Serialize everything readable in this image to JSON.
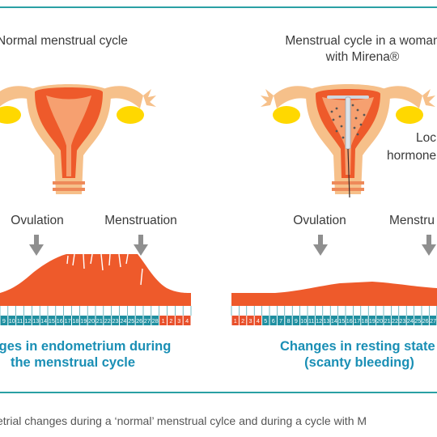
{
  "left": {
    "title": "Normal menstrual cycle",
    "ovulation": "Ovulation",
    "menstruation": "Menstruation",
    "caption_line1": "ges in endometrium during",
    "caption_line2": "the menstrual cycle",
    "days": [
      "9",
      "10",
      "11",
      "12",
      "13",
      "14",
      "15",
      "16",
      "17",
      "18",
      "19",
      "20",
      "21",
      "22",
      "23",
      "24",
      "25",
      "26",
      "27",
      "28",
      "1",
      "2",
      "3",
      "4"
    ]
  },
  "right": {
    "title_line1": "Menstrual cycle in a woman",
    "title_line2": "with Mirena®",
    "side_label_line1": "Loc",
    "side_label_line2": "hormone",
    "ovulation": "Ovulation",
    "menstruation": "Menstru",
    "caption_line1": "Changes in resting state",
    "caption_line2": "(scanty bleeding)",
    "days": [
      "1",
      "2",
      "3",
      "4",
      "5",
      "6",
      "7",
      "8",
      "9",
      "10",
      "11",
      "12",
      "13",
      "14",
      "15",
      "16",
      "17",
      "18",
      "19",
      "20",
      "21",
      "22",
      "23",
      "24",
      "25",
      "26",
      "27"
    ]
  },
  "footer": {
    "caption": "etrial changes during a ‘normal’ menstrual cylce and during a cycle with M"
  },
  "colors": {
    "accent_teal": "#2aa0a4",
    "endometrium": "#ee5a2b",
    "uterus_light": "#f6c08a",
    "ovary": "#ffd800",
    "day_red": "#e8502b",
    "day_teal": "#1f8fa0"
  }
}
